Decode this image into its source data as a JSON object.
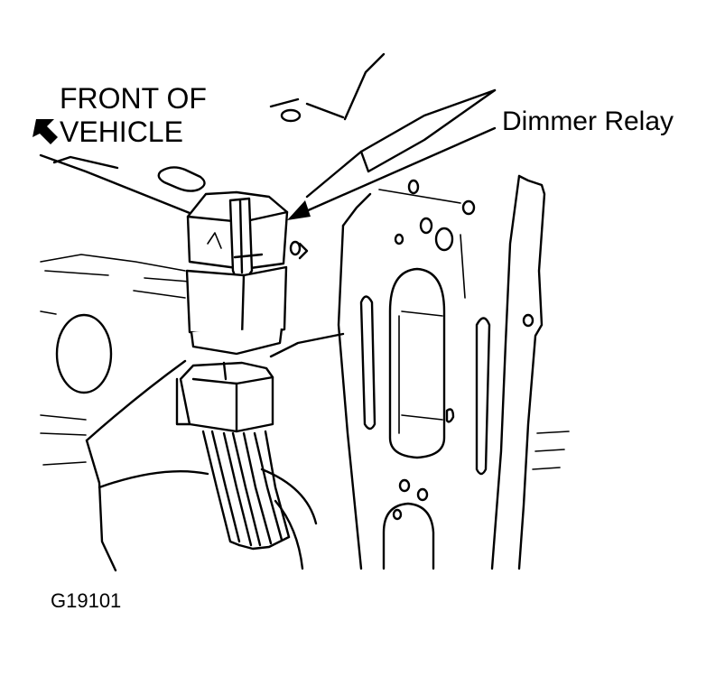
{
  "labels": {
    "front_line1": "FRONT OF",
    "front_line2": "VEHICLE",
    "component": "Dimmer Relay",
    "figure_id": "G19101"
  }
}
